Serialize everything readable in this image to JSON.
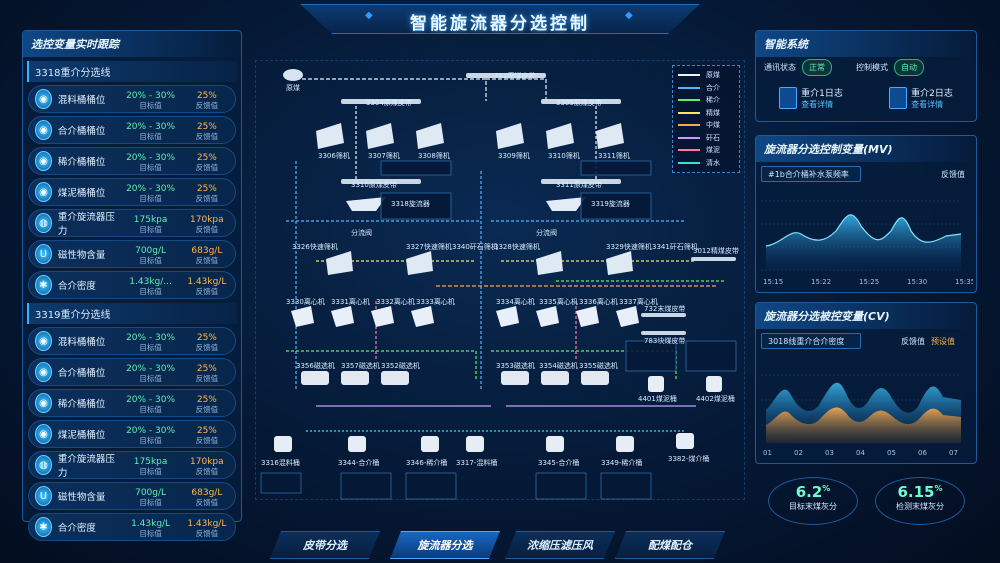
{
  "title": "智能旋流器分选控制",
  "left": {
    "panel_title": "选控变量实时跟踪",
    "groups": [
      {
        "name": "3318重介分选线",
        "rows": [
          {
            "label": "混料桶桶位",
            "target": "20% - 30%",
            "target_cap": "目标值",
            "feedback": "25%",
            "feedback_cap": "反馈值"
          },
          {
            "label": "合介桶桶位",
            "target": "20% - 30%",
            "target_cap": "目标值",
            "feedback": "25%",
            "feedback_cap": "反馈值"
          },
          {
            "label": "稀介桶桶位",
            "target": "20% - 30%",
            "target_cap": "目标值",
            "feedback": "25%",
            "feedback_cap": "反馈值"
          },
          {
            "label": "煤泥桶桶位",
            "target": "20% - 30%",
            "target_cap": "目标值",
            "feedback": "25%",
            "feedback_cap": "反馈值"
          },
          {
            "label": "重介旋流器压力",
            "target": "175kpa",
            "target_cap": "目标值",
            "feedback": "170kpa",
            "feedback_cap": "反馈值"
          },
          {
            "label": "磁性物含量",
            "target": "700g/L",
            "target_cap": "目标值",
            "feedback": "683g/L",
            "feedback_cap": "反馈值"
          },
          {
            "label": "合介密度",
            "target": "1.43kg/...",
            "target_cap": "目标值",
            "feedback": "1.43kg/L",
            "feedback_cap": "反馈值"
          }
        ]
      },
      {
        "name": "3319重介分选线",
        "rows": [
          {
            "label": "混料桶桶位",
            "target": "20% - 30%",
            "target_cap": "目标值",
            "feedback": "25%",
            "feedback_cap": "反馈值"
          },
          {
            "label": "合介桶桶位",
            "target": "20% - 30%",
            "target_cap": "目标值",
            "feedback": "25%",
            "feedback_cap": "反馈值"
          },
          {
            "label": "稀介桶桶位",
            "target": "20% - 30%",
            "target_cap": "目标值",
            "feedback": "25%",
            "feedback_cap": "反馈值"
          },
          {
            "label": "煤泥桶桶位",
            "target": "20% - 30%",
            "target_cap": "目标值",
            "feedback": "25%",
            "feedback_cap": "反馈值"
          },
          {
            "label": "重介旋流器压力",
            "target": "175kpa",
            "target_cap": "目标值",
            "feedback": "170kpa",
            "feedback_cap": "反馈值"
          },
          {
            "label": "磁性物含量",
            "target": "700g/L",
            "target_cap": "目标值",
            "feedback": "683g/L",
            "feedback_cap": "反馈值"
          },
          {
            "label": "合介密度",
            "target": "1.43kg/L",
            "target_cap": "目标值",
            "feedback": "1.43kg/L",
            "feedback_cap": "反馈值"
          }
        ]
      }
    ]
  },
  "right": {
    "status_title": "智能系统",
    "comm_label": "通讯状态",
    "comm_value": "正常",
    "mode_label": "控制模式",
    "mode_value": "自动",
    "doc1_title": "重介1日志",
    "doc1_link": "查看详情",
    "doc2_title": "重介2日志",
    "doc2_link": "查看详情",
    "mv_title": "旋流器分选控制变量(MV)",
    "mv_select": "#1b合介桶补水泵频率",
    "mv_legend": "反馈值",
    "cv_title": "旋流器分选被控变量(CV)",
    "cv_select": "3018线重介合介密度",
    "cv_legend_a": "反馈值",
    "cv_legend_b": "预设值",
    "kpi1_value": "6.2",
    "kpi1_unit": "%",
    "kpi1_label": "目标末煤灰分",
    "kpi2_value": "6.15",
    "kpi2_unit": "%",
    "kpi2_label": "检测末煤灰分"
  },
  "tabs": [
    "皮带分选",
    "旋流器分选",
    "浓缩压滤压风",
    "配煤配仓"
  ],
  "legend": [
    {
      "name": "原煤",
      "color": "#e8f4ff"
    },
    {
      "name": "合介",
      "color": "#4fb6ff"
    },
    {
      "name": "稀介",
      "color": "#5cf06c"
    },
    {
      "name": "精煤",
      "color": "#f5e56b"
    },
    {
      "name": "中煤",
      "color": "#ffa44f"
    },
    {
      "name": "矸石",
      "color": "#c89cff"
    },
    {
      "name": "煤泥",
      "color": "#ff7b9e"
    },
    {
      "name": "清水",
      "color": "#38e0d4"
    }
  ],
  "diagram": {
    "labels": {
      "belt_top": "781原煤皮带",
      "belt_l": "3304原煤皮带",
      "belt_r": "3305原煤皮带",
      "belt_ml": "3310原煤皮带",
      "belt_mr": "3311原煤皮带",
      "silo": "原煤",
      "s1": "3306筛机",
      "s2": "3307筛机",
      "s3": "3308筛机",
      "s4": "3309筛机",
      "s5": "3310筛机",
      "s6": "3311筛机",
      "hx1": "3326快速筛机",
      "hx2": "3327快速筛机",
      "hx3": "3340矸石筛机",
      "hx4": "3328快速筛机",
      "hx5": "3329快速筛机",
      "hx6": "3341矸石筛机",
      "cy1": "3318旋流器",
      "cy2": "3319旋流器",
      "div1": "分流阀",
      "div2": "分流阀",
      "belt_r2": "3012精煤皮带",
      "belt_r3": "732末煤皮带",
      "belt_r4": "783块煤皮带",
      "mag1": "3356磁选机",
      "mag2": "3357磁选机",
      "mag3": "3352磁选机",
      "mag4": "3353磁选机",
      "mag5": "3354磁选机",
      "mag6": "3355磁选机",
      "t1": "3316混料桶",
      "t2": "3344-合介桶",
      "t3": "3346-稀介桶",
      "t4": "3317-混料桶",
      "t5": "3345-合介桶",
      "t6": "3349-稀介桶",
      "t7": "3382-煤介桶",
      "t8": "4401煤泥桶",
      "t9": "4402煤泥桶",
      "hx_l1": "3330离心机",
      "hx_l2": "3331离心机",
      "hx_l3": "3332离心机",
      "hx_l4": "3333离心机",
      "hx_r1": "3334离心机",
      "hx_r2": "3335离心机",
      "hx_r3": "3336离心机",
      "hx_r4": "3337离心机"
    }
  }
}
